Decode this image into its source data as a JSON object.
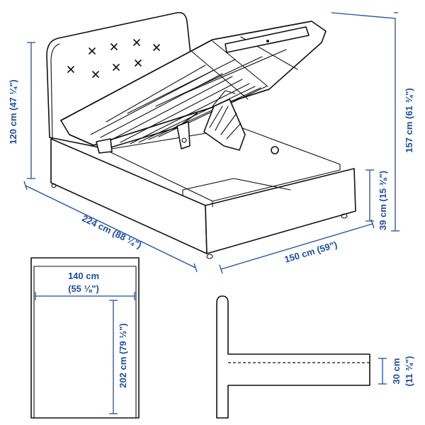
{
  "colors": {
    "line": "#111111",
    "dimension": "#1f4e9c",
    "background": "#ffffff"
  },
  "dimensions": {
    "headboard_height": "120 cm (47 ¼\")",
    "total_height": "157 cm (61 ¾\")",
    "length": "224 cm (88 ¼\")",
    "width": "150 cm (59\")",
    "frame_height": "39 cm (15 ⅜\")",
    "mattress_width_cm": "140 cm",
    "mattress_width_in": "(55 ⅛\")",
    "mattress_length": "202 cm (79 ½\")",
    "side_height_cm": "30 cm",
    "side_height_in": "(11 ¾\")"
  }
}
